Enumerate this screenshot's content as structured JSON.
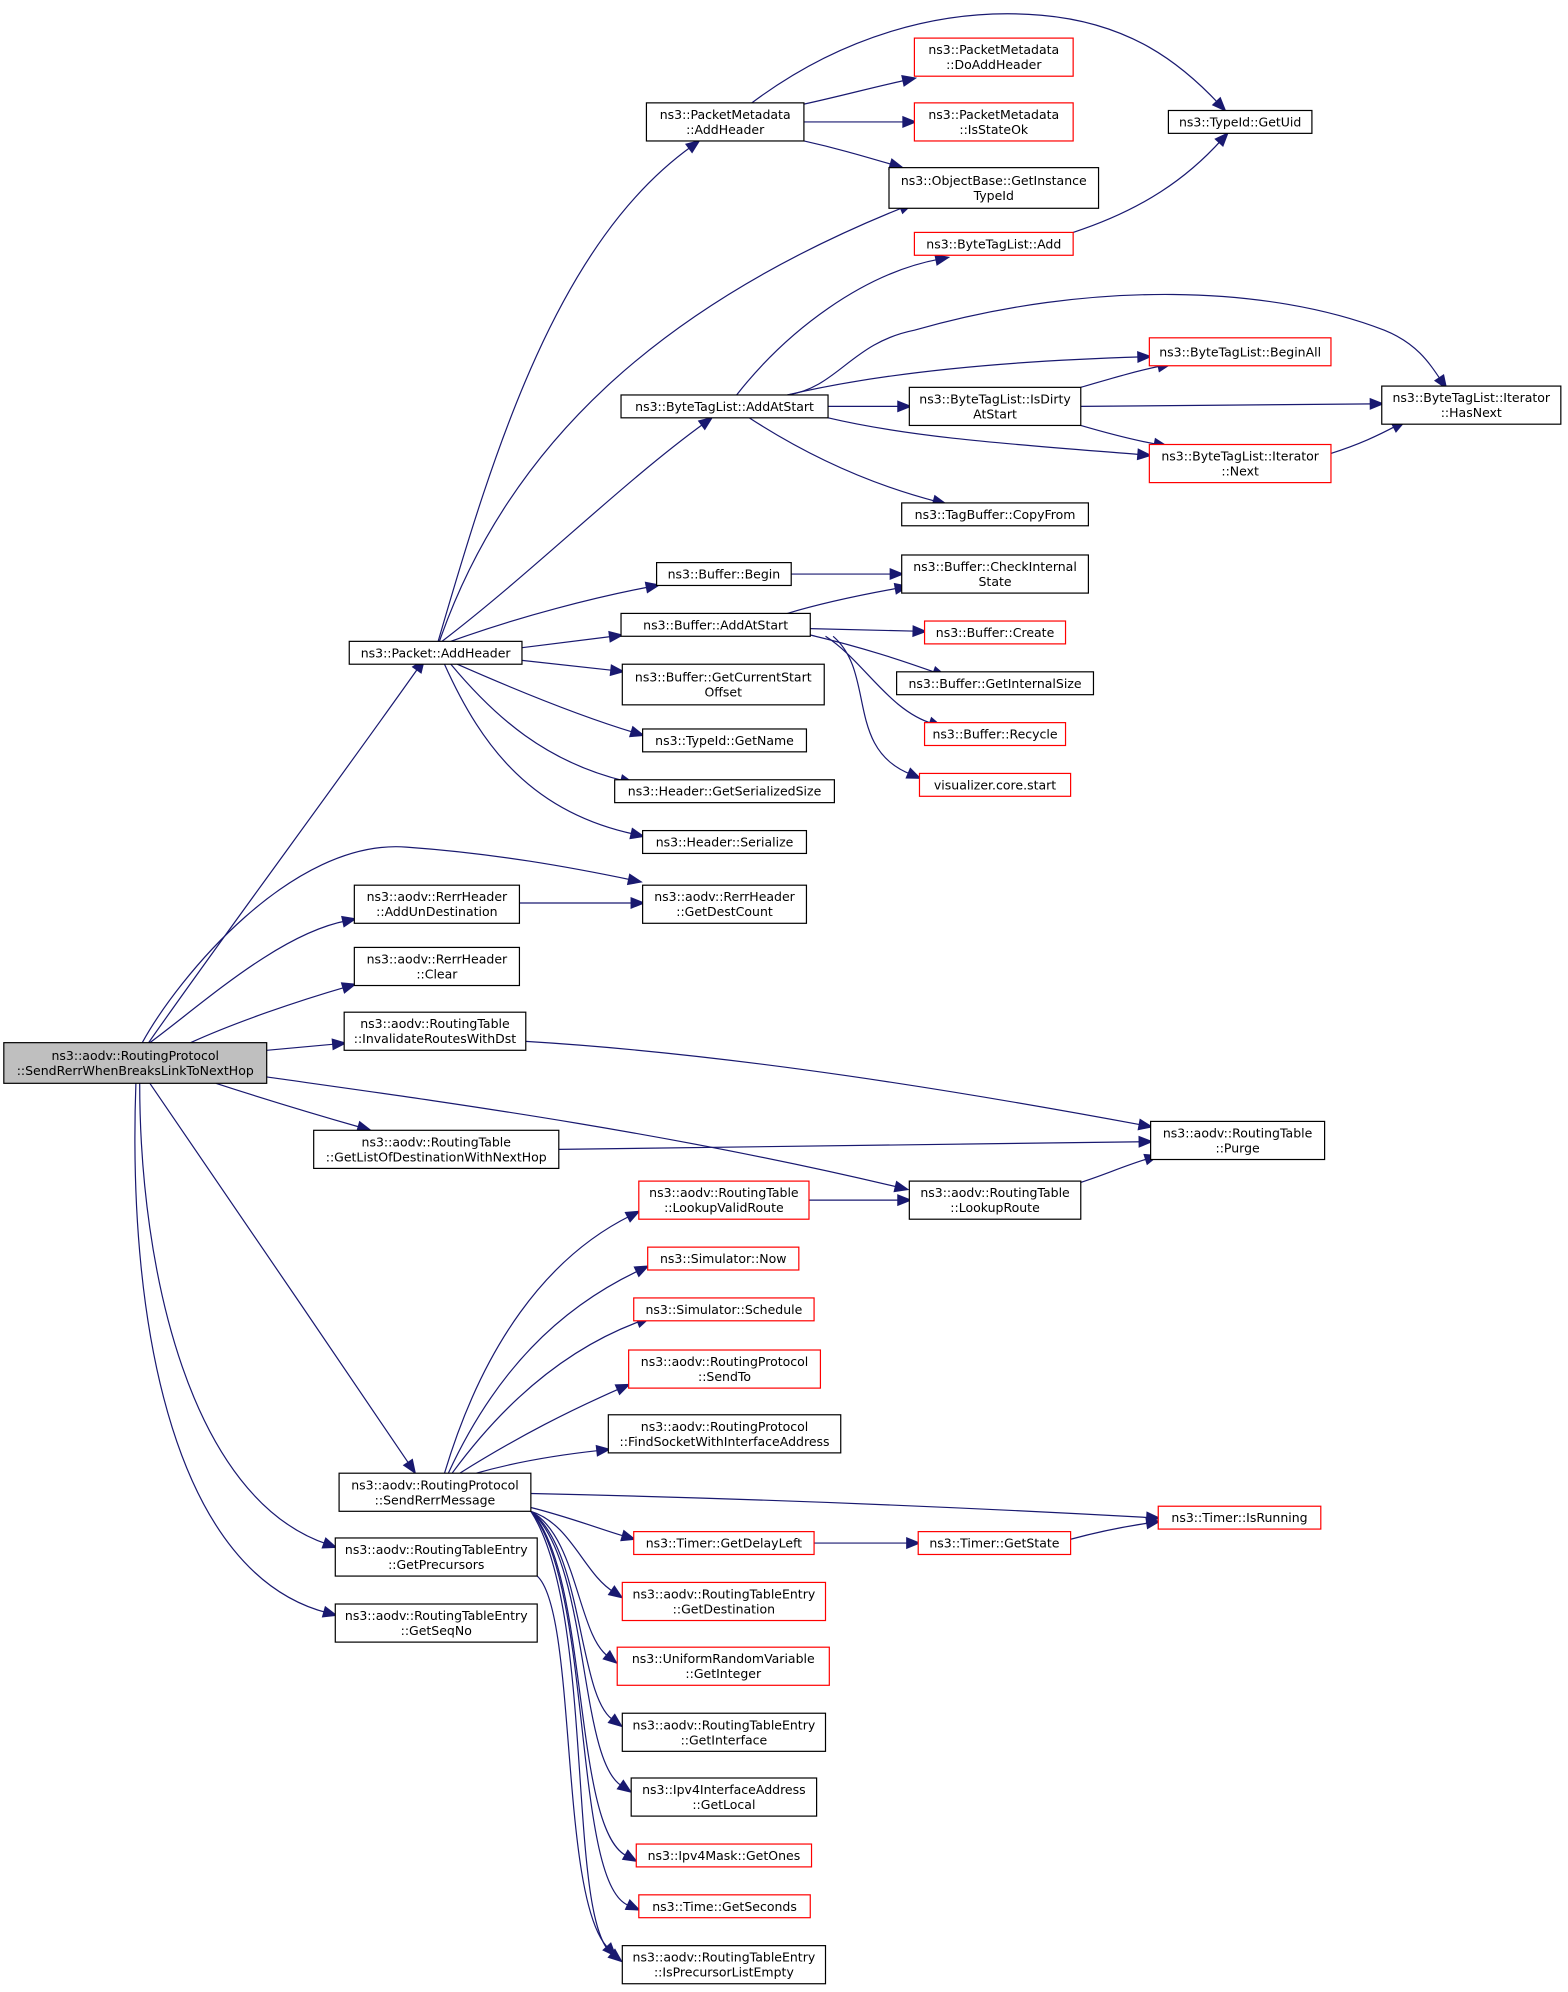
{
  "diagram": {
    "title": "",
    "arrow_color": "#191970",
    "border_colors": {
      "documented": "#000000",
      "truncated": "#ff0000",
      "root_fill": "#bfbfbf"
    },
    "nodes": [
      {
        "id": "root",
        "lines": [
          "ns3::aodv::RoutingProtocol",
          "::SendRerrWhenBreaksLinkToNextHop"
        ],
        "style": "root"
      },
      {
        "id": "pkt_addheader",
        "lines": [
          "ns3::Packet::AddHeader"
        ],
        "style": "normal"
      },
      {
        "id": "rerr_addun",
        "lines": [
          "ns3::aodv::RerrHeader",
          "::AddUnDestination"
        ],
        "style": "normal"
      },
      {
        "id": "rerr_clear",
        "lines": [
          "ns3::aodv::RerrHeader",
          "::Clear"
        ],
        "style": "normal"
      },
      {
        "id": "rt_invalidate",
        "lines": [
          "ns3::aodv::RoutingTable",
          "::InvalidateRoutesWithDst"
        ],
        "style": "normal"
      },
      {
        "id": "rt_getlist",
        "lines": [
          "ns3::aodv::RoutingTable",
          "::GetListOfDestinationWithNextHop"
        ],
        "style": "normal"
      },
      {
        "id": "rp_sendrerrmsg",
        "lines": [
          "ns3::aodv::RoutingProtocol",
          "::SendRerrMessage"
        ],
        "style": "normal"
      },
      {
        "id": "rte_getprec",
        "lines": [
          "ns3::aodv::RoutingTableEntry",
          "::GetPrecursors"
        ],
        "style": "normal"
      },
      {
        "id": "rte_getseqno",
        "lines": [
          "ns3::aodv::RoutingTableEntry",
          "::GetSeqNo"
        ],
        "style": "normal"
      },
      {
        "id": "pm_addheader",
        "lines": [
          "ns3::PacketMetadata",
          "::AddHeader"
        ],
        "style": "normal"
      },
      {
        "id": "btl_addatstart",
        "lines": [
          "ns3::ByteTagList::AddAtStart"
        ],
        "style": "normal"
      },
      {
        "id": "buf_begin",
        "lines": [
          "ns3::Buffer::Begin"
        ],
        "style": "normal"
      },
      {
        "id": "buf_addatstart",
        "lines": [
          "ns3::Buffer::AddAtStart"
        ],
        "style": "normal"
      },
      {
        "id": "buf_getcurstart",
        "lines": [
          "ns3::Buffer::GetCurrentStart",
          "Offset"
        ],
        "style": "normal"
      },
      {
        "id": "typeid_getname",
        "lines": [
          "ns3::TypeId::GetName"
        ],
        "style": "normal"
      },
      {
        "id": "hdr_getsersize",
        "lines": [
          "ns3::Header::GetSerializedSize"
        ],
        "style": "normal"
      },
      {
        "id": "hdr_serialize",
        "lines": [
          "ns3::Header::Serialize"
        ],
        "style": "normal"
      },
      {
        "id": "rerr_getdest",
        "lines": [
          "ns3::aodv::RerrHeader",
          "::GetDestCount"
        ],
        "style": "normal"
      },
      {
        "id": "rt_lookupvalid",
        "lines": [
          "ns3::aodv::RoutingTable",
          "::LookupValidRoute"
        ],
        "style": "red"
      },
      {
        "id": "sim_now",
        "lines": [
          "ns3::Simulator::Now"
        ],
        "style": "red"
      },
      {
        "id": "sim_schedule",
        "lines": [
          "ns3::Simulator::Schedule"
        ],
        "style": "red"
      },
      {
        "id": "rp_sendto",
        "lines": [
          "ns3::aodv::RoutingProtocol",
          "::SendTo"
        ],
        "style": "red"
      },
      {
        "id": "rp_findsocket",
        "lines": [
          "ns3::aodv::RoutingProtocol",
          "::FindSocketWithInterfaceAddress"
        ],
        "style": "normal"
      },
      {
        "id": "timer_getdelay",
        "lines": [
          "ns3::Timer::GetDelayLeft"
        ],
        "style": "red"
      },
      {
        "id": "rte_getdest",
        "lines": [
          "ns3::aodv::RoutingTableEntry",
          "::GetDestination"
        ],
        "style": "red"
      },
      {
        "id": "urv_getint",
        "lines": [
          "ns3::UniformRandomVariable",
          "::GetInteger"
        ],
        "style": "red"
      },
      {
        "id": "rte_getiface",
        "lines": [
          "ns3::aodv::RoutingTableEntry",
          "::GetInterface"
        ],
        "style": "normal"
      },
      {
        "id": "ipv4if_getlocal",
        "lines": [
          "ns3::Ipv4InterfaceAddress",
          "::GetLocal"
        ],
        "style": "normal"
      },
      {
        "id": "ipv4mask_getones",
        "lines": [
          "ns3::Ipv4Mask::GetOnes"
        ],
        "style": "red"
      },
      {
        "id": "time_getsec",
        "lines": [
          "ns3::Time::GetSeconds"
        ],
        "style": "red"
      },
      {
        "id": "rte_isprecempty",
        "lines": [
          "ns3::aodv::RoutingTableEntry",
          "::IsPrecursorListEmpty"
        ],
        "style": "normal"
      },
      {
        "id": "pm_doaddheader",
        "lines": [
          "ns3::PacketMetadata",
          "::DoAddHeader"
        ],
        "style": "red"
      },
      {
        "id": "pm_isstateok",
        "lines": [
          "ns3::PacketMetadata",
          "::IsStateOk"
        ],
        "style": "red"
      },
      {
        "id": "ob_getinsttid",
        "lines": [
          "ns3::ObjectBase::GetInstance",
          "TypeId"
        ],
        "style": "normal"
      },
      {
        "id": "btl_add",
        "lines": [
          "ns3::ByteTagList::Add"
        ],
        "style": "red"
      },
      {
        "id": "btl_isdirty",
        "lines": [
          "ns3::ByteTagList::IsDirty",
          "AtStart"
        ],
        "style": "normal"
      },
      {
        "id": "tagbuf_copyfrom",
        "lines": [
          "ns3::TagBuffer::CopyFrom"
        ],
        "style": "normal"
      },
      {
        "id": "buf_checkint",
        "lines": [
          "ns3::Buffer::CheckInternal",
          "State"
        ],
        "style": "normal"
      },
      {
        "id": "buf_create",
        "lines": [
          "ns3::Buffer::Create"
        ],
        "style": "red"
      },
      {
        "id": "buf_getintsize",
        "lines": [
          "ns3::Buffer::GetInternalSize"
        ],
        "style": "normal"
      },
      {
        "id": "buf_recycle",
        "lines": [
          "ns3::Buffer::Recycle"
        ],
        "style": "red"
      },
      {
        "id": "vis_start",
        "lines": [
          "visualizer.core.start"
        ],
        "style": "red"
      },
      {
        "id": "rt_lookuproute",
        "lines": [
          "ns3::aodv::RoutingTable",
          "::LookupRoute"
        ],
        "style": "normal"
      },
      {
        "id": "timer_getstate",
        "lines": [
          "ns3::Timer::GetState"
        ],
        "style": "red"
      },
      {
        "id": "typeid_getuid",
        "lines": [
          "ns3::TypeId::GetUid"
        ],
        "style": "normal"
      },
      {
        "id": "btl_beginall",
        "lines": [
          "ns3::ByteTagList::BeginAll"
        ],
        "style": "red"
      },
      {
        "id": "btl_iternext",
        "lines": [
          "ns3::ByteTagList::Iterator",
          "::Next"
        ],
        "style": "red"
      },
      {
        "id": "rt_purge",
        "lines": [
          "ns3::aodv::RoutingTable",
          "::Purge"
        ],
        "style": "normal"
      },
      {
        "id": "timer_isrunning",
        "lines": [
          "ns3::Timer::IsRunning"
        ],
        "style": "red"
      },
      {
        "id": "btl_iterhasnext",
        "lines": [
          "ns3::ByteTagList::Iterator",
          "::HasNext"
        ],
        "style": "normal"
      }
    ],
    "edges": [
      {
        "from": "root",
        "to": "pkt_addheader"
      },
      {
        "from": "root",
        "to": "rerr_getdest"
      },
      {
        "from": "root",
        "to": "rerr_addun"
      },
      {
        "from": "root",
        "to": "rerr_clear"
      },
      {
        "from": "root",
        "to": "rt_invalidate"
      },
      {
        "from": "root",
        "to": "rt_getlist"
      },
      {
        "from": "root",
        "to": "rt_lookuproute"
      },
      {
        "from": "root",
        "to": "rp_sendrerrmsg"
      },
      {
        "from": "root",
        "to": "rte_getprec"
      },
      {
        "from": "root",
        "to": "rte_getseqno"
      },
      {
        "from": "pkt_addheader",
        "to": "pm_addheader"
      },
      {
        "from": "pkt_addheader",
        "to": "ob_getinsttid"
      },
      {
        "from": "pkt_addheader",
        "to": "btl_addatstart"
      },
      {
        "from": "pkt_addheader",
        "to": "buf_begin"
      },
      {
        "from": "pkt_addheader",
        "to": "buf_addatstart"
      },
      {
        "from": "pkt_addheader",
        "to": "buf_getcurstart"
      },
      {
        "from": "pkt_addheader",
        "to": "typeid_getname"
      },
      {
        "from": "pkt_addheader",
        "to": "hdr_getsersize"
      },
      {
        "from": "pkt_addheader",
        "to": "hdr_serialize"
      },
      {
        "from": "pm_addheader",
        "to": "typeid_getuid"
      },
      {
        "from": "pm_addheader",
        "to": "pm_doaddheader"
      },
      {
        "from": "pm_addheader",
        "to": "pm_isstateok"
      },
      {
        "from": "pm_addheader",
        "to": "ob_getinsttid"
      },
      {
        "from": "btl_add",
        "to": "typeid_getuid"
      },
      {
        "from": "btl_addatstart",
        "to": "btl_add"
      },
      {
        "from": "btl_addatstart",
        "to": "btl_iterhasnext"
      },
      {
        "from": "btl_addatstart",
        "to": "btl_beginall"
      },
      {
        "from": "btl_addatstart",
        "to": "btl_isdirty"
      },
      {
        "from": "btl_addatstart",
        "to": "btl_iternext"
      },
      {
        "from": "btl_addatstart",
        "to": "tagbuf_copyfrom"
      },
      {
        "from": "btl_isdirty",
        "to": "btl_beginall"
      },
      {
        "from": "btl_isdirty",
        "to": "btl_iterhasnext"
      },
      {
        "from": "btl_isdirty",
        "to": "btl_iternext"
      },
      {
        "from": "btl_iternext",
        "to": "btl_iterhasnext"
      },
      {
        "from": "buf_begin",
        "to": "buf_checkint"
      },
      {
        "from": "buf_addatstart",
        "to": "buf_checkint"
      },
      {
        "from": "buf_addatstart",
        "to": "buf_create"
      },
      {
        "from": "buf_addatstart",
        "to": "buf_getintsize"
      },
      {
        "from": "buf_addatstart",
        "to": "buf_recycle"
      },
      {
        "from": "buf_addatstart",
        "to": "vis_start"
      },
      {
        "from": "rerr_addun",
        "to": "rerr_getdest"
      },
      {
        "from": "rt_invalidate",
        "to": "rt_purge"
      },
      {
        "from": "rt_getlist",
        "to": "rt_purge"
      },
      {
        "from": "rt_lookuproute",
        "to": "rt_purge"
      },
      {
        "from": "rt_lookupvalid",
        "to": "rt_lookuproute"
      },
      {
        "from": "rp_sendrerrmsg",
        "to": "rt_lookupvalid"
      },
      {
        "from": "rp_sendrerrmsg",
        "to": "sim_now"
      },
      {
        "from": "rp_sendrerrmsg",
        "to": "sim_schedule"
      },
      {
        "from": "rp_sendrerrmsg",
        "to": "rp_sendto"
      },
      {
        "from": "rp_sendrerrmsg",
        "to": "rp_findsocket"
      },
      {
        "from": "rp_sendrerrmsg",
        "to": "timer_isrunning"
      },
      {
        "from": "rp_sendrerrmsg",
        "to": "timer_getdelay"
      },
      {
        "from": "rp_sendrerrmsg",
        "to": "rte_getdest"
      },
      {
        "from": "rp_sendrerrmsg",
        "to": "urv_getint"
      },
      {
        "from": "rp_sendrerrmsg",
        "to": "rte_getiface"
      },
      {
        "from": "rp_sendrerrmsg",
        "to": "ipv4if_getlocal"
      },
      {
        "from": "rp_sendrerrmsg",
        "to": "ipv4mask_getones"
      },
      {
        "from": "rp_sendrerrmsg",
        "to": "time_getsec"
      },
      {
        "from": "rp_sendrerrmsg",
        "to": "rte_isprecempty"
      },
      {
        "from": "timer_getdelay",
        "to": "timer_getstate"
      },
      {
        "from": "timer_getstate",
        "to": "timer_isrunning"
      },
      {
        "from": "rte_getprec",
        "to": "rte_isprecempty"
      }
    ]
  }
}
